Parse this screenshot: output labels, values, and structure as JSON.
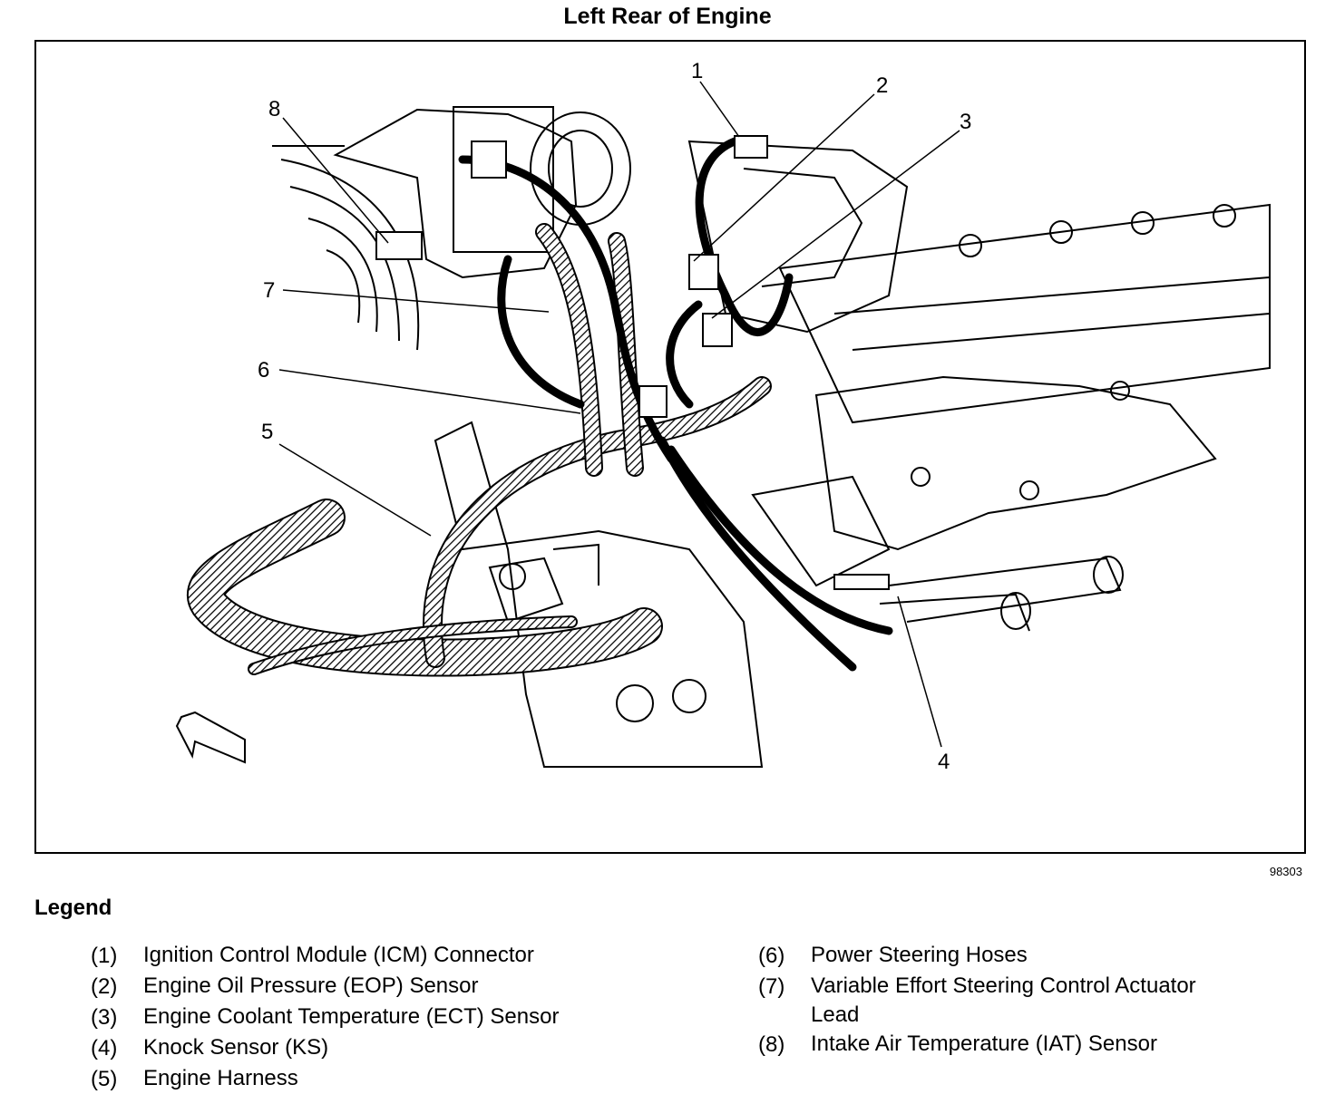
{
  "title": "Left Rear of Engine",
  "figure_id": "98303",
  "legend_title": "Legend",
  "callouts": [
    "1",
    "2",
    "3",
    "4",
    "5",
    "6",
    "7",
    "8"
  ],
  "legend_left": [
    {
      "num": "(1)",
      "text": "Ignition Control Module (ICM) Connector"
    },
    {
      "num": "(2)",
      "text": "Engine Oil Pressure (EOP) Sensor"
    },
    {
      "num": "(3)",
      "text": "Engine Coolant Temperature (ECT) Sensor"
    },
    {
      "num": "(4)",
      "text": "Knock Sensor (KS)"
    },
    {
      "num": "(5)",
      "text": "Engine Harness"
    }
  ],
  "legend_right": [
    {
      "num": "(6)",
      "text": "Power Steering Hoses"
    },
    {
      "num": "(7)",
      "text": "Variable Effort Steering Control Actuator Lead"
    },
    {
      "num": "(8)",
      "text": "Intake Air Temperature (IAT) Sensor"
    }
  ]
}
